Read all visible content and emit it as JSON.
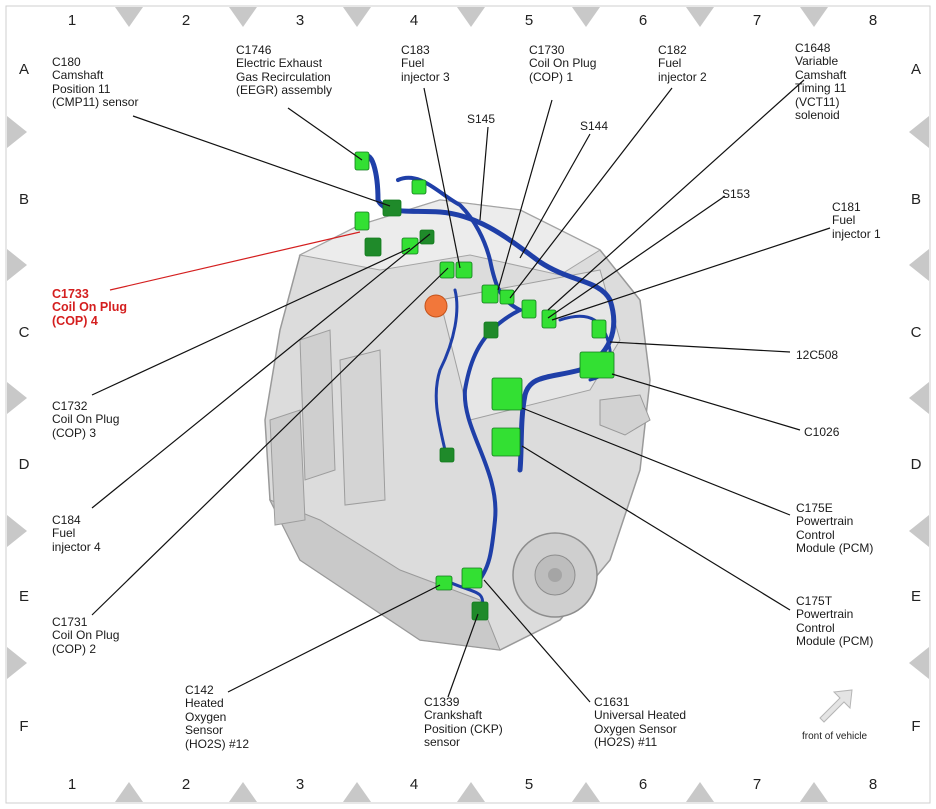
{
  "grid": {
    "columns": [
      "1",
      "2",
      "3",
      "4",
      "5",
      "6",
      "7",
      "8"
    ],
    "rows": [
      "A",
      "B",
      "C",
      "D",
      "E",
      "F"
    ]
  },
  "labels": [
    {
      "id": "c180",
      "text": "C180\nCamshaft\nPosition 11\n(CMP11) sensor"
    },
    {
      "id": "c1746",
      "text": "C1746\nElectric Exhaust\nGas Recirculation\n(EEGR) assembly"
    },
    {
      "id": "c183",
      "text": "C183\nFuel\ninjector 3"
    },
    {
      "id": "c1730",
      "text": "C1730\nCoil On Plug\n(COP) 1"
    },
    {
      "id": "c182",
      "text": "C182\nFuel\ninjector 2"
    },
    {
      "id": "c1648",
      "text": "C1648\nVariable\nCamshaft\nTiming 11\n(VCT11)\nsolenoid"
    },
    {
      "id": "s145",
      "text": "S145"
    },
    {
      "id": "s144",
      "text": "S144"
    },
    {
      "id": "s153",
      "text": "S153"
    },
    {
      "id": "c181",
      "text": "C181\nFuel\ninjector 1"
    },
    {
      "id": "c1733",
      "text": "C1733\nCoil On Plug\n(COP) 4",
      "highlight": true
    },
    {
      "id": "c12c508",
      "text": "12C508"
    },
    {
      "id": "c1732",
      "text": "C1732\nCoil On Plug\n(COP) 3"
    },
    {
      "id": "c1026",
      "text": "C1026"
    },
    {
      "id": "c184",
      "text": "C184\nFuel\ninjector 4"
    },
    {
      "id": "c175e",
      "text": "C175E\nPowertrain\nControl\nModule (PCM)"
    },
    {
      "id": "c1731",
      "text": "C1731\nCoil On Plug\n(COP) 2"
    },
    {
      "id": "c175t",
      "text": "C175T\nPowertrain\nControl\nModule (PCM)"
    },
    {
      "id": "c142",
      "text": "C142\nHeated\nOxygen\nSensor\n(HO2S) #12"
    },
    {
      "id": "c1339",
      "text": "C1339\nCrankshaft\nPosition (CKP)\nsensor"
    },
    {
      "id": "c1631",
      "text": "C1631\nUniversal Heated\nOxygen Sensor\n(HO2S) #11"
    }
  ],
  "front_of_vehicle": "front of vehicle",
  "colors": {
    "connector": "#33e033",
    "connector_dark": "#1f8a2a",
    "harness": "#1f3fa8",
    "highlight": "#d41f1f",
    "grid_marker": "#c8c8c8",
    "engine": "#d9d9d9"
  }
}
